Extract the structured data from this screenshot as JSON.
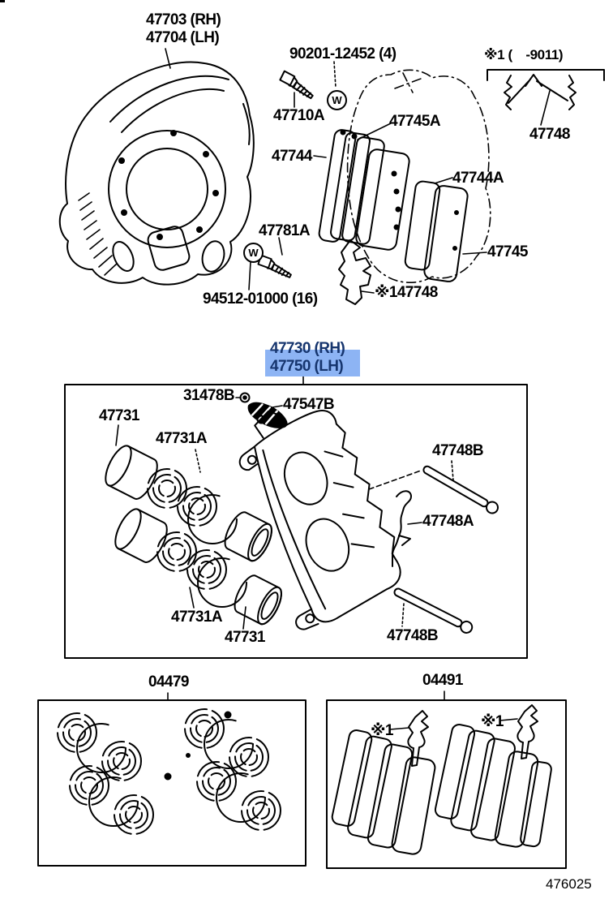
{
  "page": {
    "background": "#ffffff",
    "ink": "#000000",
    "code": "476025"
  },
  "highlight": {
    "fill": "#8db4f4",
    "text": "#16356e"
  },
  "symbols": {
    "washer": "W"
  },
  "labels": {
    "shield_rh": "47703 (RH)",
    "shield_lh": "47704 (LH)",
    "bolt_kit": "90201-12452 (4)",
    "p47710a": "47710A",
    "p47745a": "47745A",
    "p47744": "47744",
    "range_note": "※1 (　-9011)",
    "p47748_old": "47748",
    "p47744a": "47744A",
    "p47745": "47745",
    "p47781a": "47781A",
    "washer_kit": "94512-01000 (16)",
    "p47748_support": "※147748",
    "caliper_rh": "47730 (RH)",
    "caliper_lh": "47750 (LH)",
    "p31478b": "31478B",
    "p47547b": "47547B",
    "p47731_top": "47731",
    "p47731a_top": "47731A",
    "p47748b_upper": "47748B",
    "p47748a": "47748A",
    "p47748b_lower": "47748B",
    "p47731a_bottom": "47731A",
    "p47731_bottom": "47731",
    "kit_04479": "04479",
    "kit_04491": "04491",
    "note_left": "※1",
    "note_right": "※1"
  }
}
